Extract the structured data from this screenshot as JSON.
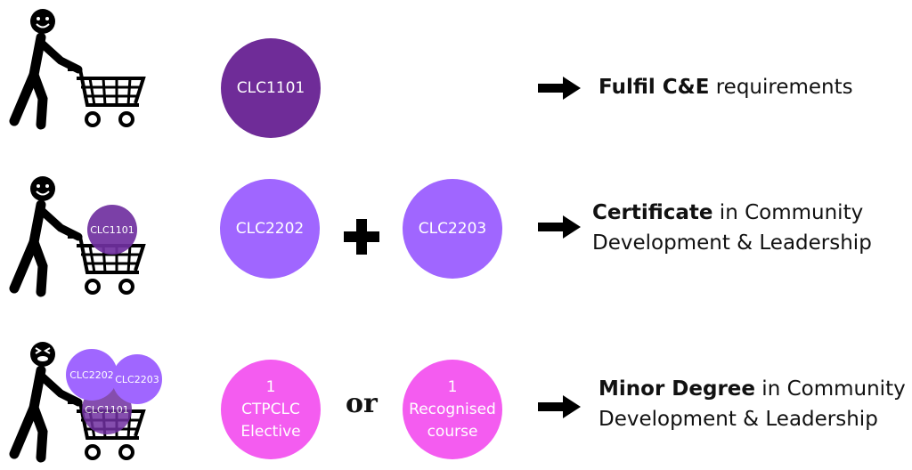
{
  "rows": [
    {
      "cart_items": [],
      "courses": [
        {
          "label": "CLC1101",
          "color": "#6f2c98"
        }
      ],
      "result_bold": "Fulfil C&E",
      "result_rest": " requirements"
    },
    {
      "cart_items": [
        {
          "label": "CLC1101",
          "color": "#7030a0"
        }
      ],
      "courses": [
        {
          "label": "CLC2202",
          "color": "#a066ff"
        },
        {
          "label": "CLC2203",
          "color": "#a066ff"
        }
      ],
      "connector": "plus",
      "result_bold": "Certificate",
      "result_rest": " in Community",
      "result_line2": "Development & Leadership"
    },
    {
      "cart_items": [
        {
          "label": "CLC2202",
          "color": "#a066ff"
        },
        {
          "label": "CLC2203",
          "color": "#a066ff"
        },
        {
          "label": "CLC1101",
          "color": "#7030a0"
        }
      ],
      "courses": [
        {
          "line1": "1",
          "line2": "CTPCLC",
          "line3": "Elective",
          "color": "#f45cf0"
        },
        {
          "line1": "1",
          "line2": "Recognised",
          "line3": "course",
          "color": "#f45cf0"
        }
      ],
      "connector_text": "or",
      "result_bold": "Minor Degree",
      "result_rest": " in Community",
      "result_line2": "Development & Leadership"
    }
  ]
}
